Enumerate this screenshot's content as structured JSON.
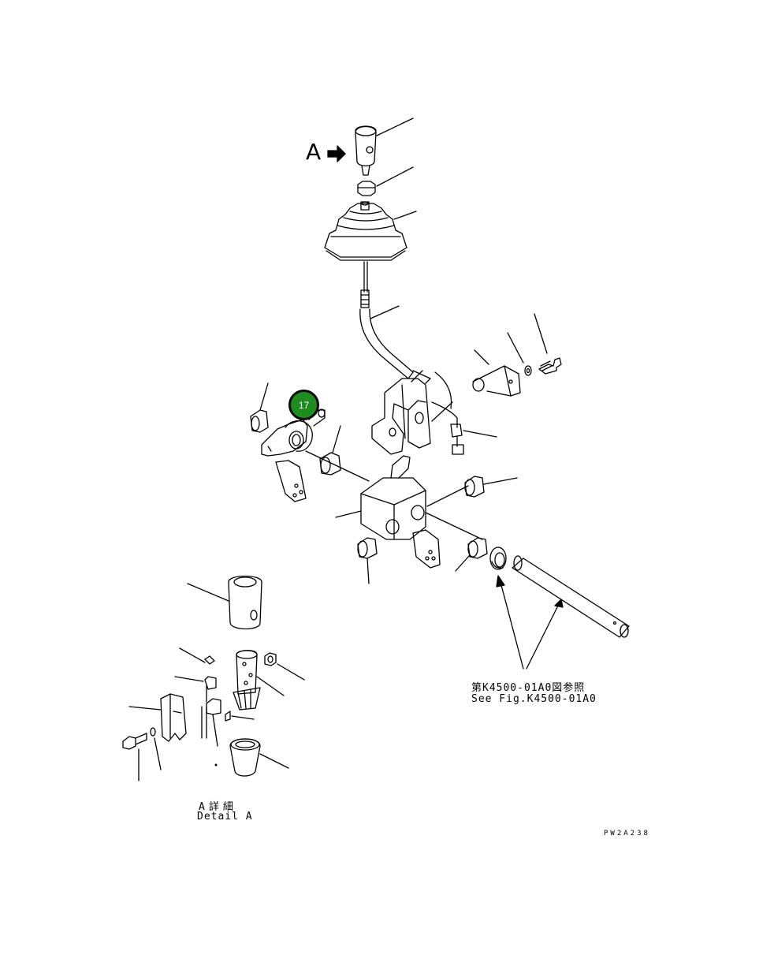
{
  "diagram": {
    "view_letter": "A",
    "callout": {
      "number": "17",
      "color": "#1e8c1e"
    },
    "reference_jp": "第K4500-01A0図参照",
    "reference_en": "See Fig.K4500-01A0",
    "detail_jp": "A詳細",
    "detail_en": "Detail A",
    "drawing_code": "PW2A238"
  }
}
